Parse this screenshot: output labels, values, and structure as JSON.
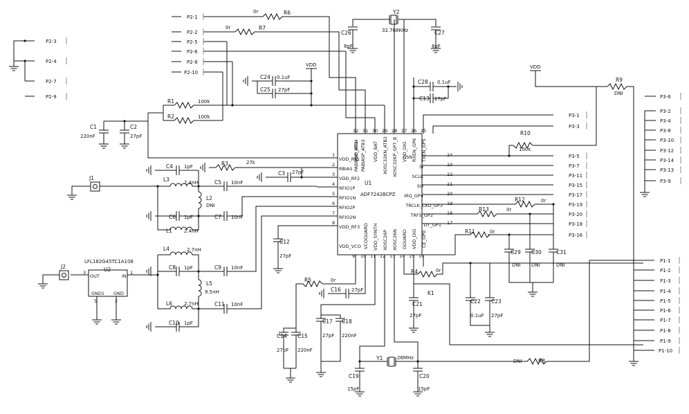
{
  "ic": {
    "ref": "U1",
    "part": "ADF7242BCPZ",
    "left_pins": [
      {
        "num": "1",
        "name": "VDD_RF1"
      },
      {
        "num": "2",
        "name": "RBIAS"
      },
      {
        "num": "3",
        "name": "VDD_RF2"
      },
      {
        "num": "4",
        "name": "RFIO1P"
      },
      {
        "num": "5",
        "name": "RFIO1N"
      },
      {
        "num": "6",
        "name": "RFIO2P"
      },
      {
        "num": "7",
        "name": "RFIO2N"
      },
      {
        "num": "8",
        "name": "VDD_RF3"
      }
    ],
    "right_pins": [
      {
        "num": "24",
        "name": "CSN"
      },
      {
        "num": "23",
        "name": "SI"
      },
      {
        "num": "22",
        "name": "SCLK"
      },
      {
        "num": "21",
        "name": "SO"
      },
      {
        "num": "20",
        "name": "IRQ_GP4"
      },
      {
        "num": "19",
        "name": "TRCLK_CKO_GP3"
      },
      {
        "num": "18",
        "name": "TRFS_GP2"
      },
      {
        "num": "17",
        "name": "DT_GP1"
      }
    ],
    "top_pins": [
      {
        "num": "32",
        "name": "VDD_RF1"
      },
      {
        "num": "31",
        "name": "PABIASP_ATB4"
      },
      {
        "num": "30",
        "name": "PABIASP_ATB3"
      },
      {
        "num": "29",
        "name": "VDD_BAT"
      },
      {
        "num": "28",
        "name": "XOSC32KN_ATB2"
      },
      {
        "num": "27",
        "name": "XOSC32KP_GP7_B"
      },
      {
        "num": "26",
        "name": "VDD_DIG"
      },
      {
        "num": "25",
        "name": "RXEN_GP6"
      },
      {
        "num": "",
        "name": "TXEN_GP5"
      }
    ],
    "bottom_pins": [
      {
        "num": "9",
        "name": "VDD_VCO"
      },
      {
        "num": "10",
        "name": "VCOGUARD"
      },
      {
        "num": "11",
        "name": "VDD_SYNTH"
      },
      {
        "num": "12",
        "name": "XOSC26P"
      },
      {
        "num": "13",
        "name": "XOSC26N"
      },
      {
        "num": "14",
        "name": "DGUARD"
      },
      {
        "num": "15",
        "name": "VDD_DIG"
      },
      {
        "num": "16",
        "name": "CE_GP0"
      }
    ]
  },
  "connectors": {
    "p2": [
      "P2-1",
      "P2-2",
      "P2-3",
      "P2-4",
      "P2-5",
      "P2-6",
      "P2-7",
      "P2-8",
      "P2-9",
      "P2-10"
    ],
    "p3": [
      "P3-1",
      "P3-3",
      "P3-5",
      "P3-7",
      "P3-11",
      "P3-15",
      "P3-17",
      "P3-19",
      "P3-20",
      "P3-18",
      "P3-16",
      "P3-6",
      "P3-2",
      "P3-4",
      "P3-8",
      "P3-10",
      "P3-12",
      "P3-14",
      "P3-13",
      "P3-9"
    ],
    "p1": [
      "P1-1",
      "P1-2",
      "P1-3",
      "P1-4",
      "P1-5",
      "P1-6",
      "P1-7",
      "P1-8",
      "P1-9",
      "P1-10"
    ]
  },
  "components": {
    "r6": {
      "ref": "R6",
      "value": "0r"
    },
    "r7": {
      "ref": "R7",
      "value": "0r"
    },
    "y2": {
      "ref": "Y2",
      "value": "32.768KHz"
    },
    "c26": {
      "ref": "C26",
      "value": "8pF"
    },
    "c27": {
      "ref": "C27",
      "value": "8pF"
    },
    "c24": {
      "ref": "C24",
      "value": "0.1uF"
    },
    "c25": {
      "ref": "C25",
      "value": "27pF"
    },
    "r1": {
      "ref": "R1",
      "value": "100k"
    },
    "r2": {
      "ref": "R2",
      "value": "100k"
    },
    "c1": {
      "ref": "C1",
      "value": "220nF"
    },
    "c2": {
      "ref": "C2",
      "value": "27pF"
    },
    "c28": {
      "ref": "C28",
      "value": "0.1uF"
    },
    "c13": {
      "ref": "C13",
      "value": "27pF"
    },
    "r9": {
      "ref": "R9",
      "value": "DNI"
    },
    "r10": {
      "ref": "R10",
      "value": "100k"
    },
    "r3": {
      "ref": "R3",
      "value": "27k"
    },
    "c3": {
      "ref": "C3",
      "value": "27pF"
    },
    "c4": {
      "ref": "C4",
      "value": "1pF"
    },
    "l3": {
      "ref": "L3",
      "value": "2.4nH"
    },
    "l2": {
      "ref": "L2",
      "value": "DNI"
    },
    "c5": {
      "ref": "C5",
      "value": "10nF"
    },
    "c6": {
      "ref": "C6",
      "value": "1pF"
    },
    "c7": {
      "ref": "C7",
      "value": "10nF"
    },
    "l1": {
      "ref": "L1",
      "value": "2.4nH"
    },
    "j1": {
      "ref": "J1"
    },
    "j2": {
      "ref": "J2"
    },
    "r12": {
      "ref": "R12",
      "value": "0r"
    },
    "r13": {
      "ref": "R13",
      "value": "0r"
    },
    "r11": {
      "ref": "R11",
      "value": "0r"
    },
    "c29": {
      "ref": "C29",
      "value": "DNI"
    },
    "c30": {
      "ref": "C30",
      "value": "DNI"
    },
    "c31": {
      "ref": "C31",
      "value": "DNI"
    },
    "c12": {
      "ref": "C12",
      "value": "27pF"
    },
    "u2": {
      "ref": "U2",
      "part": "LFL182G45TC1A108",
      "pin_out": "OUT",
      "pin_in": "IN",
      "pin_gnd1": "GND1",
      "pin_gnd": "GND",
      "n3": "3",
      "n1": "1",
      "n5": "5",
      "n2": "2"
    },
    "l4": {
      "ref": "L4",
      "value": "2.7nH"
    },
    "c8": {
      "ref": "C8",
      "value": "1pF"
    },
    "c9": {
      "ref": "C9",
      "value": "10nF"
    },
    "l5": {
      "ref": "L5",
      "value": "9.5nH"
    },
    "l6": {
      "ref": "L6",
      "value": "2.7nH"
    },
    "c11": {
      "ref": "C11",
      "value": "10nF"
    },
    "c10": {
      "ref": "C10",
      "value": "1pF"
    },
    "r5": {
      "ref": "R5",
      "value": "0r"
    },
    "c16": {
      "ref": "C16",
      "value": "27pF"
    },
    "r4": {
      "ref": "R4",
      "value": "0r"
    },
    "k1": {
      "ref": "K1"
    },
    "c21": {
      "ref": "C21",
      "value": "27pF"
    },
    "c22": {
      "ref": "C22",
      "value": "0.1uF"
    },
    "c23": {
      "ref": "C23",
      "value": "27pF"
    },
    "c14": {
      "ref": "C14",
      "value": "27pF"
    },
    "c15": {
      "ref": "C15",
      "value": "220nF"
    },
    "c17": {
      "ref": "C17",
      "value": "27pF"
    },
    "c18": {
      "ref": "C18",
      "value": "220nF"
    },
    "y1": {
      "ref": "Y1",
      "value": "26MHz"
    },
    "c19": {
      "ref": "C19",
      "value": "15pF"
    },
    "c20": {
      "ref": "C20",
      "value": "15pF"
    },
    "r8": {
      "ref": "R8",
      "value": "DNI"
    }
  },
  "nets": {
    "vdd1": "VDD",
    "vdd2": "VDD"
  }
}
